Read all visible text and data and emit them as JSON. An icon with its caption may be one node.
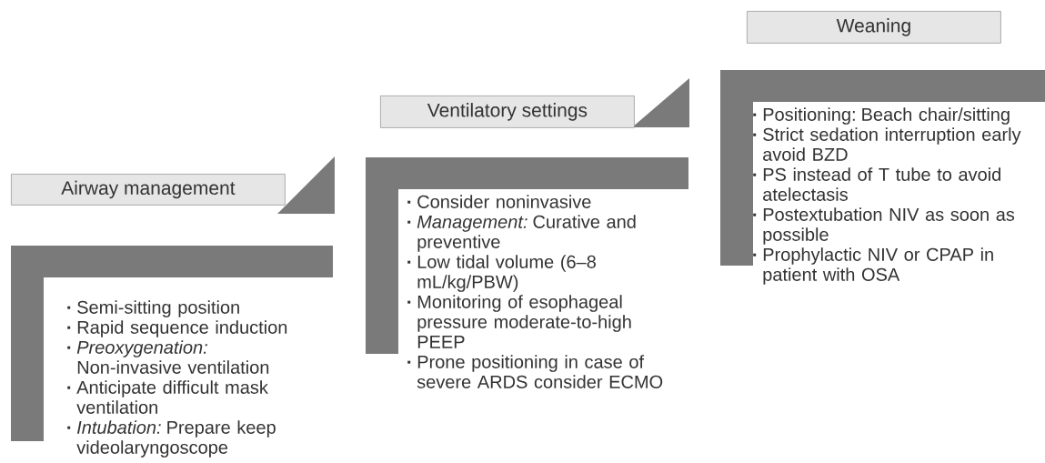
{
  "diagram": {
    "nodes": [
      {
        "text": [
          "Airway management"
        ]
      },
      {
        "text": [
          "Semi-sitting position",
          "Rapid sequence induction",
          "*Preoxygenation:* Non-invasive ventilation",
          "Anticipate difficult mask ventilation",
          "*Intubation:* Prepare keep videolaryngoscope"
        ]
      },
      {
        "text": [
          "Ventilatory settings"
        ]
      },
      {
        "text": [
          "Consider noninvasive",
          "*Management:* Curative and preventive",
          "Low tidal volume (6–8 mL/kg/PBW)",
          "Monitoring of esophageal pressure moderate-to-high PEEP",
          "Prone positioning in case of severe ARDS consider ECMO"
        ]
      },
      {
        "text": [
          "Weaning"
        ]
      },
      {
        "text": [
          "Positioning: Beach chair/sitting",
          "Strict sedation interruption early avoid BZD",
          "PS instead of T tube to avoid atelectasis",
          "Postextubation NIV as soon as possible",
          "Prophylactic NIV or CPAP in patient with OSA"
        ]
      }
    ]
  }
}
